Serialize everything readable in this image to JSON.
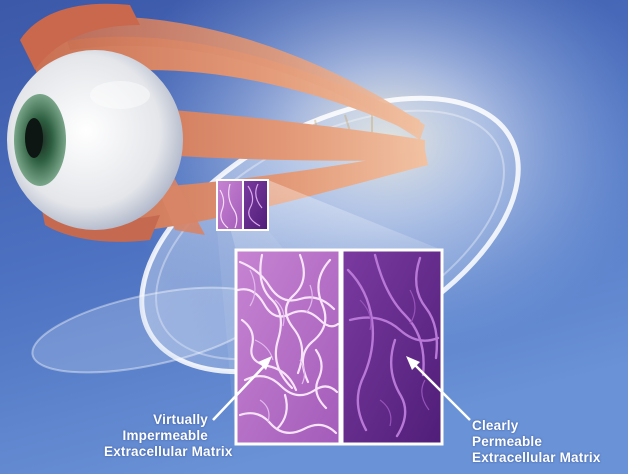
{
  "captions": {
    "left": [
      "Virtually",
      "Impermeable",
      "Extracellular Matrix"
    ],
    "right": [
      "Clearly",
      "Permeable",
      "Extracellular Matrix"
    ]
  },
  "colors": {
    "background_top": "#3f5fae",
    "background_bottom": "#5e86cf",
    "muscle": "#d88a6a",
    "eye_white": "#f2f1ee",
    "iris": "#3d7a55",
    "tissue_left": "#b46bc2",
    "tissue_right": "#6a2a8c"
  },
  "icons": [
    "eyeball",
    "ocular-muscles",
    "disc-implant",
    "tissue-magnification-left",
    "tissue-magnification-right",
    "arrow-left",
    "arrow-right"
  ]
}
